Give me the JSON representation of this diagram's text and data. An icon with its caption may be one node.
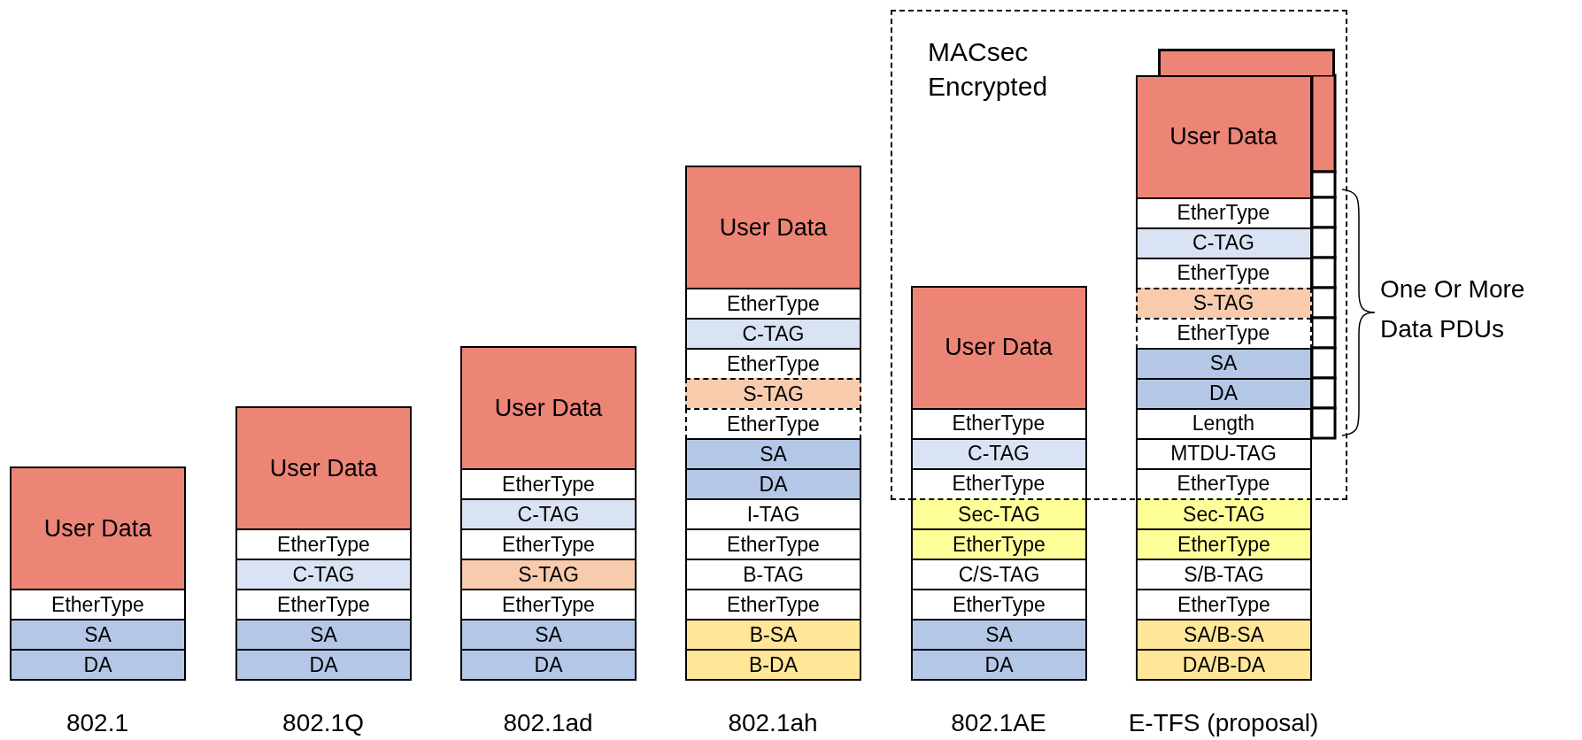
{
  "diagram": {
    "nodes": [
      {
        "text": [
          "User Data"
        ]
      },
      {
        "text": [
          "EtherType"
        ]
      },
      {
        "text": [
          "SA"
        ]
      },
      {
        "text": [
          "DA"
        ]
      },
      {
        "text": [
          "User Data"
        ]
      },
      {
        "text": [
          "EtherType"
        ]
      },
      {
        "text": [
          "C-TAG"
        ]
      },
      {
        "text": [
          "EtherType"
        ]
      },
      {
        "text": [
          "SA"
        ]
      },
      {
        "text": [
          "DA"
        ]
      },
      {
        "text": [
          "User Data"
        ]
      },
      {
        "text": [
          "EtherType"
        ]
      },
      {
        "text": [
          "C-TAG"
        ]
      },
      {
        "text": [
          "EtherType"
        ]
      },
      {
        "text": [
          "S-TAG"
        ]
      },
      {
        "text": [
          "EtherType"
        ]
      },
      {
        "text": [
          "SA"
        ]
      },
      {
        "text": [
          "DA"
        ]
      },
      {
        "text": [
          "User Data"
        ]
      },
      {
        "text": [
          "EtherType"
        ]
      },
      {
        "text": [
          "C-TAG"
        ]
      },
      {
        "text": [
          "EtherType"
        ]
      },
      {
        "text": [
          "S-TAG"
        ]
      },
      {
        "text": [
          "EtherType"
        ]
      },
      {
        "text": [
          "SA"
        ]
      },
      {
        "text": [
          "DA"
        ]
      },
      {
        "text": [
          "I-TAG"
        ]
      },
      {
        "text": [
          "EtherType"
        ]
      },
      {
        "text": [
          "B-TAG"
        ]
      },
      {
        "text": [
          "EtherType"
        ]
      },
      {
        "text": [
          "B-SA"
        ]
      },
      {
        "text": [
          "B-DA"
        ]
      },
      {
        "text": [
          "MACsec Encrypted"
        ]
      },
      {
        "text": [
          "User Data"
        ],
        "in": 32
      },
      {
        "text": [
          "EtherType"
        ],
        "in": 32
      },
      {
        "text": [
          "C-TAG"
        ],
        "in": 32
      },
      {
        "text": [
          "EtherType"
        ],
        "in": 32
      },
      {
        "text": [
          "Sec-TAG"
        ]
      },
      {
        "text": [
          "EtherType"
        ]
      },
      {
        "text": [
          "C/S-TAG"
        ]
      },
      {
        "text": [
          "EtherType"
        ]
      },
      {
        "text": [
          "SA"
        ]
      },
      {
        "text": [
          "DA"
        ]
      },
      {
        "text": [],
        "shape": "box",
        "in": 32
      },
      {
        "text": [
          "User Data"
        ],
        "in": 32
      },
      {
        "text": [
          "EtherType"
        ],
        "in": 32
      },
      {
        "text": [
          "C-TAG"
        ],
        "in": 32
      },
      {
        "text": [
          "EtherType"
        ],
        "in": 32
      },
      {
        "text": [
          "S-TAG"
        ],
        "in": 32
      },
      {
        "text": [
          "EtherType"
        ],
        "in": 32
      },
      {
        "text": [
          "SA"
        ],
        "in": 32
      },
      {
        "text": [
          "DA"
        ],
        "in": 32
      },
      {
        "text": [
          "Length"
        ],
        "in": 32
      },
      {
        "text": [
          "MTDU-TAG"
        ],
        "in": 32
      },
      {
        "text": [
          "EtherType"
        ],
        "in": 32
      },
      {
        "text": [
          "Sec-TAG"
        ]
      },
      {
        "text": [
          "EtherType"
        ]
      },
      {
        "text": [
          "S/B-TAG"
        ]
      },
      {
        "text": [
          "EtherType"
        ]
      },
      {
        "text": [
          "SA/B-SA"
        ]
      },
      {
        "text": [
          "DA/B-DA"
        ]
      }
    ],
    "labels": [
      "802.1",
      "802.1Q",
      "802.1ad",
      "802.1ah",
      "802.1AE",
      "E-TFS (proposal)",
      "One Or More Data PDUs"
    ]
  }
}
